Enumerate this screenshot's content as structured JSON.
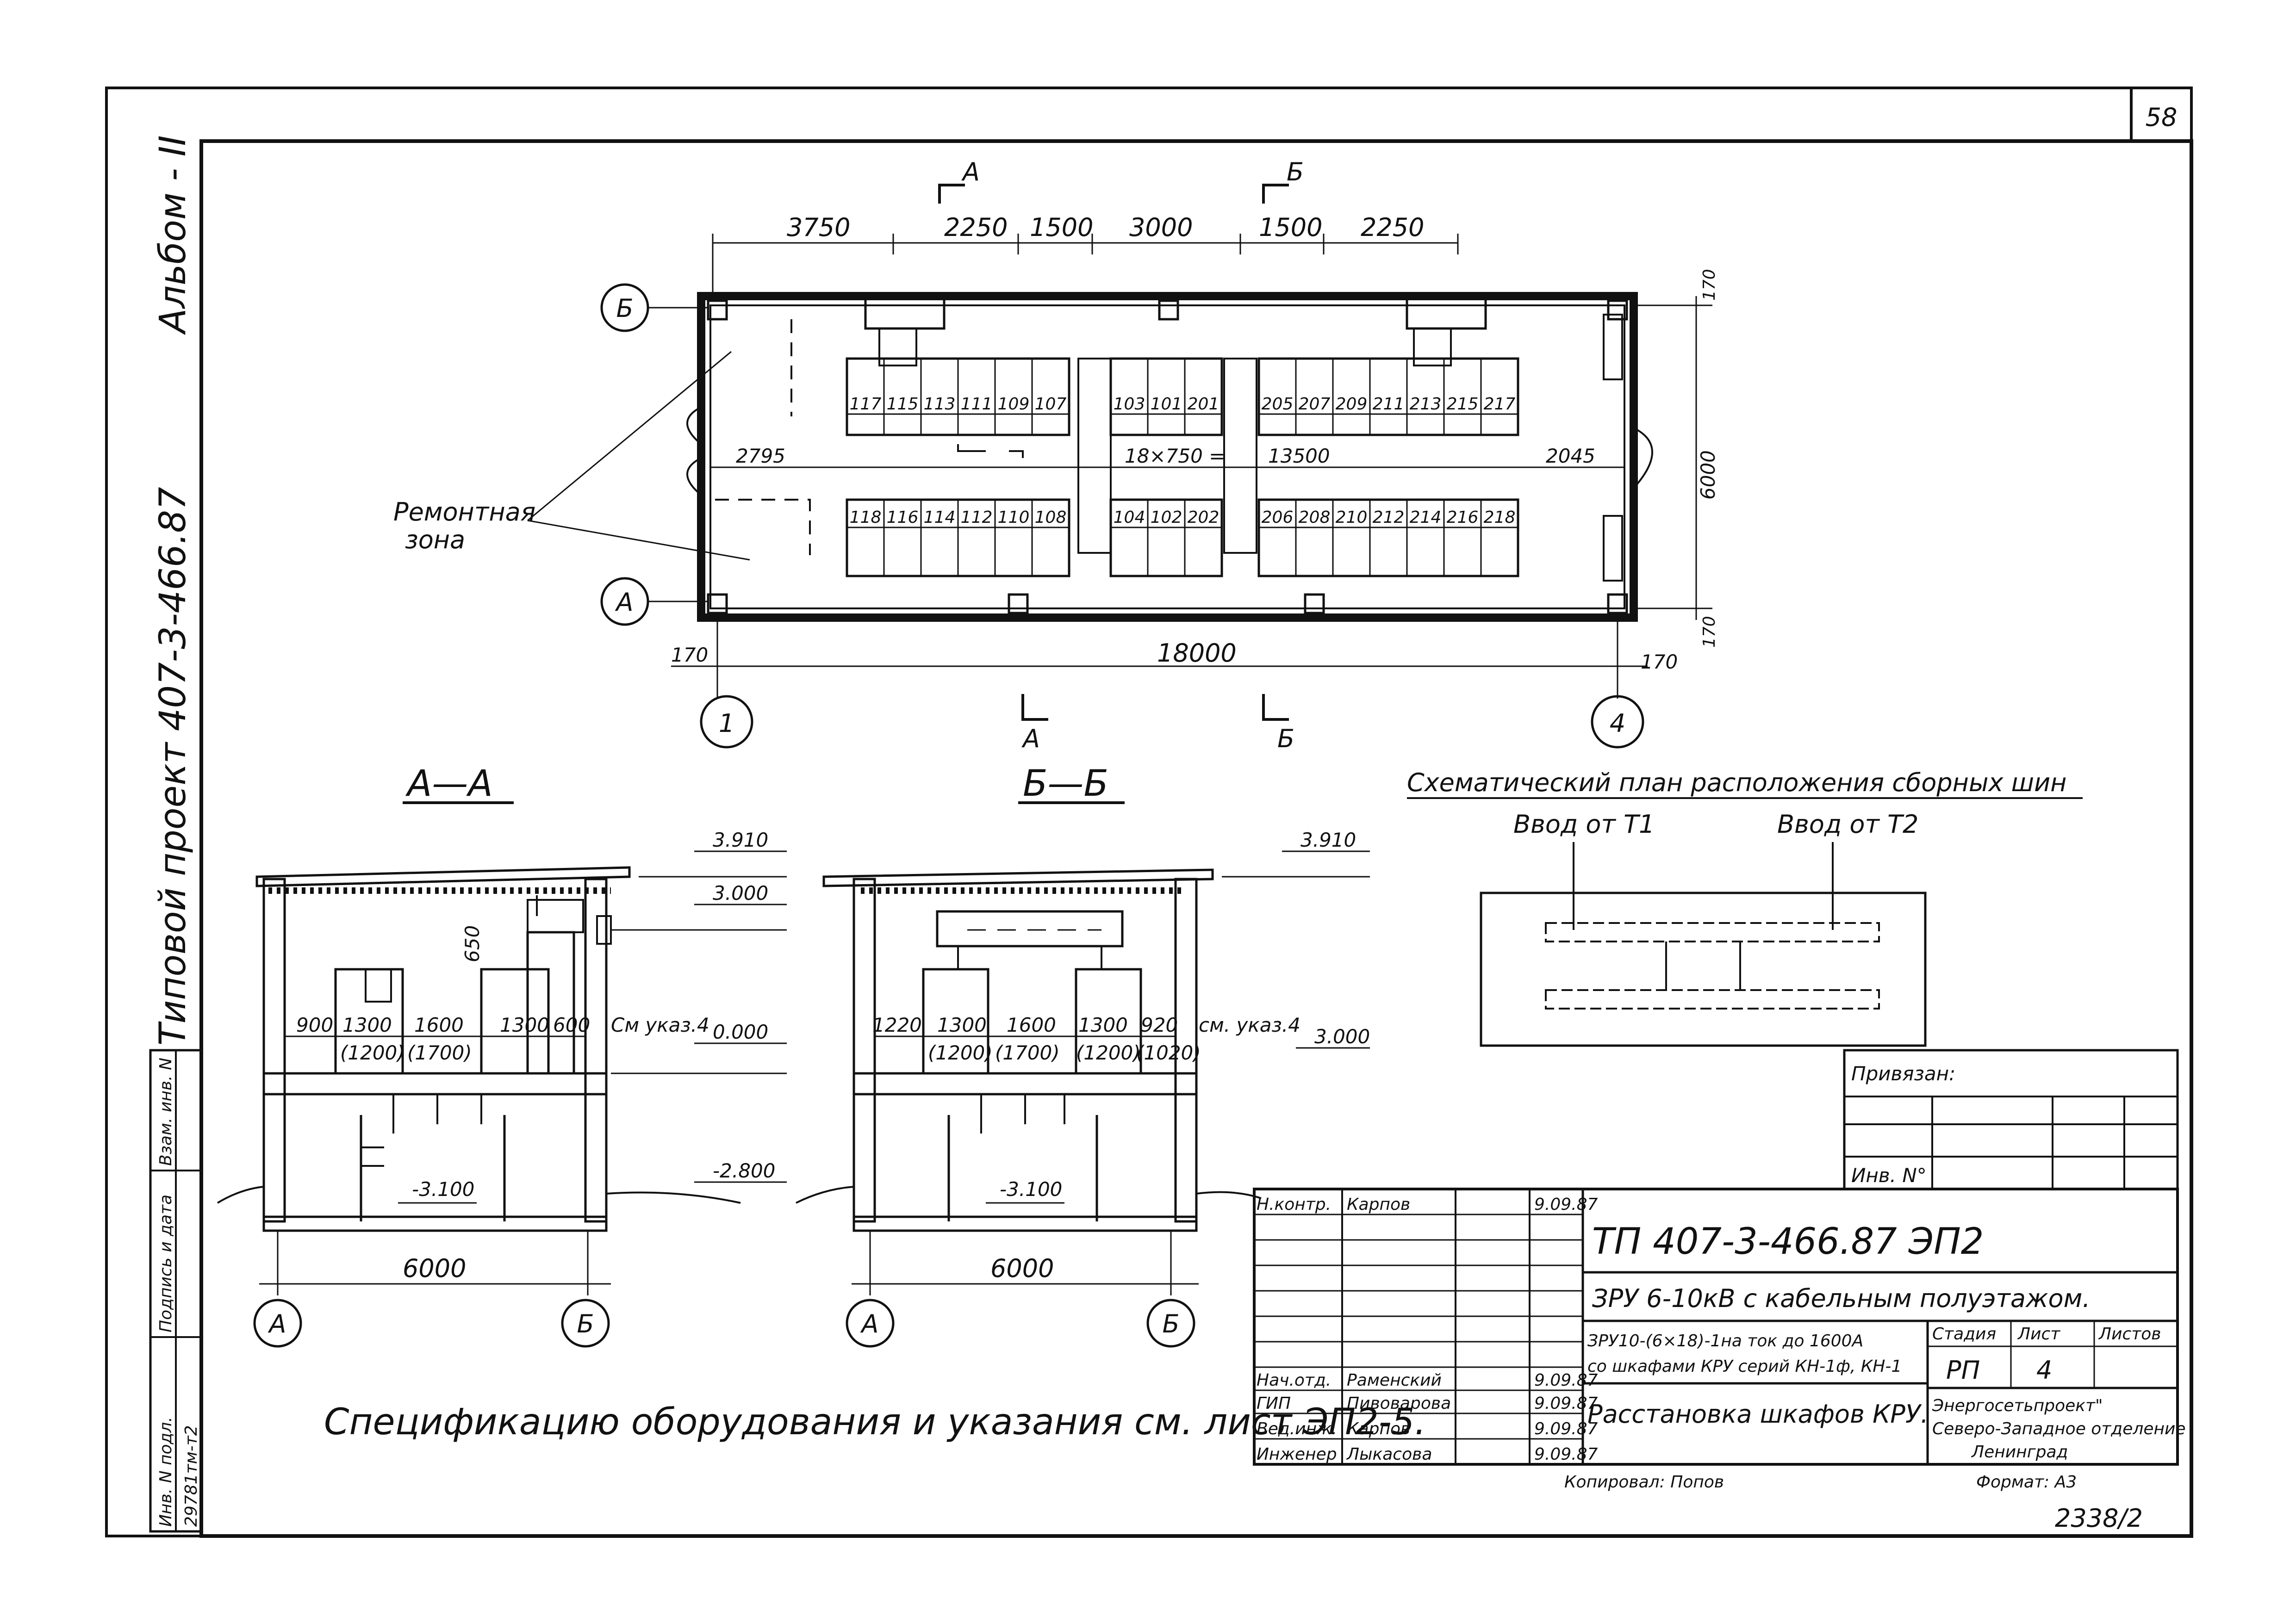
{
  "sheet": {
    "sheet_number": "58",
    "album": "Альбом - II",
    "project_vertical": "Типовой проект   407-3-466.87",
    "inv_number": "29781тм-т2"
  },
  "left_stamp": {
    "col1": "Инв. N подл.",
    "col2": "Подпись и дата",
    "col3": "Взам. инв. N"
  },
  "plan": {
    "section_a": "А",
    "section_b": "Б",
    "axis_a": "А",
    "axis_b": "Б",
    "axis_1": "1",
    "axis_4": "4",
    "dims_top": [
      "3750",
      "2250",
      "1500",
      "3000",
      "1500",
      "2250"
    ],
    "dim_left_170": "170",
    "dim_right_170": "170",
    "dim_total": "18000",
    "dim_6000": "6000",
    "dim_right_top_170": "170",
    "dim_right_bot_170": "170",
    "dim_2795": "2795",
    "dim_row": "18×750 =",
    "dim_13500": "13500",
    "dim_2045": "2045",
    "repair_zone_1": "Ремонтная",
    "repair_zone_2": "зона",
    "cells_top_left": [
      "117",
      "115",
      "113",
      "111",
      "109",
      "107"
    ],
    "cells_top_mid": [
      "103",
      "101",
      "201"
    ],
    "cells_top_right": [
      "205",
      "207",
      "209",
      "211",
      "213",
      "215",
      "217"
    ],
    "cells_bot_left": [
      "118",
      "116",
      "114",
      "112",
      "110",
      "108"
    ],
    "cells_bot_mid": [
      "104",
      "102",
      "202"
    ],
    "cells_bot_right": [
      "206",
      "208",
      "210",
      "212",
      "214",
      "216",
      "218"
    ]
  },
  "section_aa": {
    "title": "А—А",
    "lev_3910": "3.910",
    "lev_3000": "3.000",
    "lev_0": "0.000",
    "lev_m2800": "-2.800",
    "lev_m3100": "-3.100",
    "dim_650": "650",
    "dims": [
      "900",
      "1300",
      "1600",
      "1300",
      "600"
    ],
    "dims_paren": [
      "(1200)",
      "(1700)"
    ],
    "note": "См указ.4",
    "width": "6000",
    "axis_a": "А",
    "axis_b": "Б"
  },
  "section_bb": {
    "title": "Б—Б",
    "lev_3910": "3.910",
    "lev_3000": "3.000",
    "lev_m3100": "-3.100",
    "dims": [
      "1220",
      "1300",
      "1600",
      "1300",
      "920"
    ],
    "dims_paren": [
      "(1200)",
      "(1700)",
      "(1200)",
      "(1020)"
    ],
    "note": "см. указ.4",
    "width": "6000",
    "axis_a": "А",
    "axis_b": "Б"
  },
  "busbar": {
    "title": "Схематический план расположения сборных шин",
    "input1": "Ввод от Т1",
    "input2": "Ввод от Т2"
  },
  "footer_note": "Спецификацию оборудования и указания см. лист ЭП2-5.",
  "binding": {
    "label": "Привязан:",
    "inv": "Инв. N°"
  },
  "title_block": {
    "code": "ТП    407-3-466.87    ЭП2",
    "subtitle": "ЗРУ 6-10кВ  с кабельным полуэтажом.",
    "desc1": "ЗРУ10-(6×18)-1на ток до 1600А",
    "desc2": "со шкафами КРУ серий КН-1ф, КН-1",
    "drawing_name": "Расстановка шкафов КРУ.",
    "stage_label": "Стадия",
    "sheet_label": "Лист",
    "sheets_label": "Листов",
    "stage": "РП",
    "sheet": "4",
    "org1": "Энергосетьпроект\"",
    "org2": "Северо-Западное отделение",
    "org3": "Ленинград",
    "rows": [
      {
        "role": "Н.контр.",
        "name": "Карпов",
        "date": "9.09.87"
      },
      {
        "role": "Нач.отд.",
        "name": "Раменский",
        "date": "9.09.87"
      },
      {
        "role": "ГИП",
        "name": "Пивоварова",
        "date": "9.09.87"
      },
      {
        "role": "Вед.инж.",
        "name": "Карпов",
        "date": "9.09.87"
      },
      {
        "role": "Инженер",
        "name": "Лыкасова",
        "date": "9.09.87"
      }
    ],
    "copied": "Копировал: Попов",
    "format": "Формат: А3",
    "number": "2338/2"
  }
}
